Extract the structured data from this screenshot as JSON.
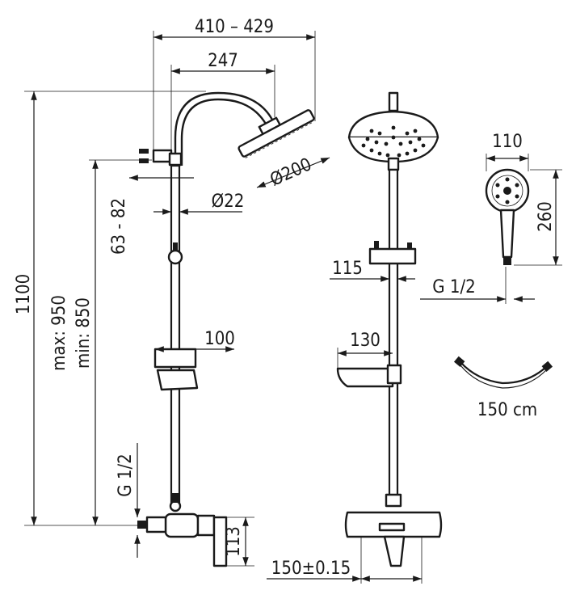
{
  "colors": {
    "ink": "#1a1a1a",
    "background": "#ffffff"
  },
  "dims": {
    "reach": "410 – 429",
    "arm": "247",
    "head_dia": "Ø200",
    "total_height": "1100",
    "max_min": [
      "max: 950",
      "min: 850"
    ],
    "wall_bracket": "63 - 82",
    "rod_dia": "Ø22",
    "soap_dish_width": "100",
    "inlet_thread": "G 1/2",
    "mixer_height": "113",
    "slider_width": "115",
    "dish_width_front": "130",
    "hand_shower_width": "110",
    "hand_shower_length": "260",
    "hose_thread": "G 1/2",
    "hose_length": "150 cm",
    "inlet_spacing": "150±0.15"
  }
}
